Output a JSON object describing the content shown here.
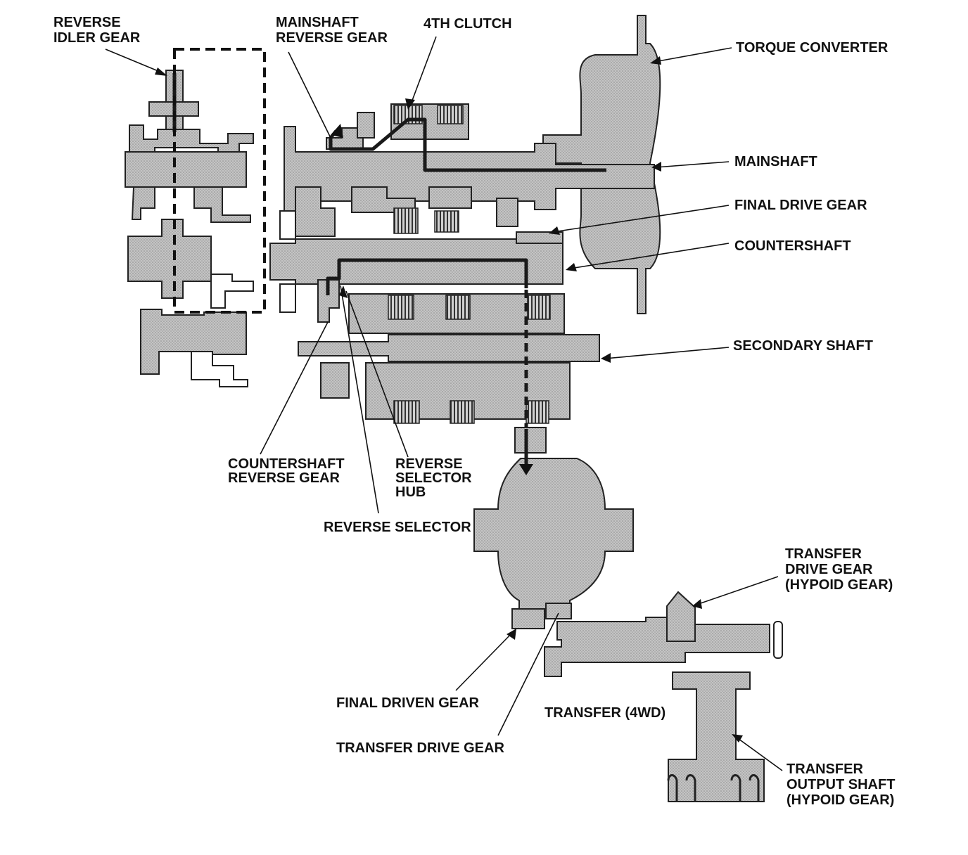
{
  "labels": {
    "reverse_idler_gear": [
      "REVERSE",
      "IDLER GEAR"
    ],
    "mainshaft_reverse_gear": [
      "MAINSHAFT",
      "REVERSE GEAR"
    ],
    "fourth_clutch": "4TH CLUTCH",
    "torque_converter": "TORQUE CONVERTER",
    "mainshaft": "MAINSHAFT",
    "final_drive_gear": "FINAL DRIVE GEAR",
    "countershaft": "COUNTERSHAFT",
    "secondary_shaft": "SECONDARY SHAFT",
    "countershaft_reverse_gear": [
      "COUNTERSHAFT",
      "REVERSE GEAR"
    ],
    "reverse_selector_hub": [
      "REVERSE",
      "SELECTOR",
      "HUB"
    ],
    "reverse_selector": "REVERSE SELECTOR",
    "transfer_drive_gear_hypoid": [
      "TRANSFER",
      "DRIVE GEAR",
      "(HYPOID GEAR)"
    ],
    "final_driven_gear": "FINAL DRIVEN GEAR",
    "transfer_4wd": "TRANSFER (4WD)",
    "transfer_drive_gear": "TRANSFER DRIVE GEAR",
    "transfer_output_shaft": [
      "TRANSFER",
      "OUTPUT SHAFT",
      "(HYPOID GEAR)"
    ]
  },
  "colors": {
    "part_fill": "#b8b8b8",
    "outline": "#222222",
    "power_flow": "#1a1a1a"
  }
}
